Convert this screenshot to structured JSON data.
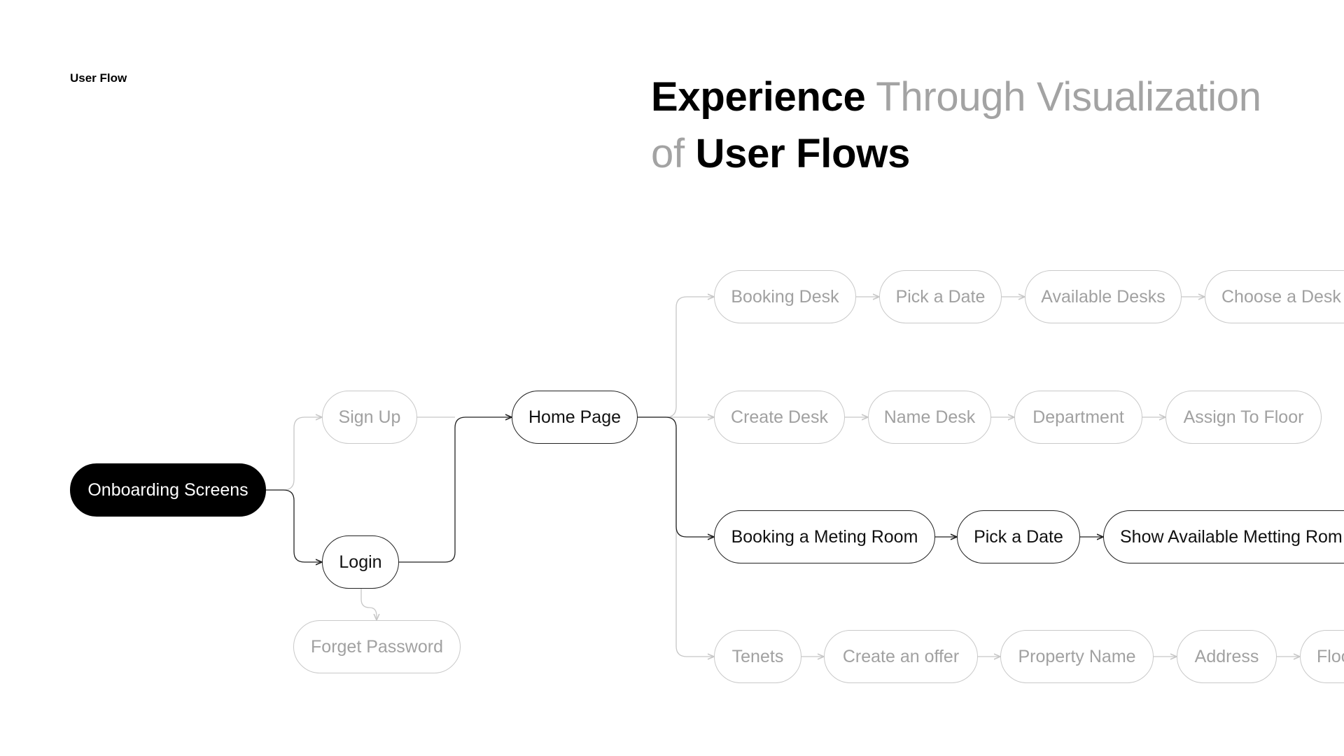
{
  "page_label": "User Flow",
  "headline": {
    "line1_strong": "Experience",
    "line1_soft": " Through Visualization",
    "line2_soft": "of ",
    "line2_strong": "User Flows"
  },
  "nodes": {
    "onboarding": "Onboarding Screens",
    "sign_up": "Sign Up",
    "login": "Login",
    "forget_password": "Forget Password",
    "home_page": "Home Page",
    "booking_desk": "Booking Desk",
    "pick_date_1": "Pick a Date",
    "available_desks": "Available Desks",
    "choose_desk": "Choose a Desk",
    "create_desk": "Create Desk",
    "name_desk": "Name Desk",
    "department": "Department",
    "assign_floor": "Assign To Floor",
    "booking_meeting_room": "Booking a Meting Room",
    "pick_date_2": "Pick a Date",
    "show_available_rooms": "Show Available Metting Rom",
    "tenets": "Tenets",
    "create_offer": "Create an offer",
    "property_name": "Property Name",
    "address": "Address",
    "floor": "Floo"
  },
  "colors": {
    "active": "#111111",
    "inactive": "#a1a1a1",
    "inactive_border": "#c9c9c9",
    "filled_bg": "#000000"
  }
}
